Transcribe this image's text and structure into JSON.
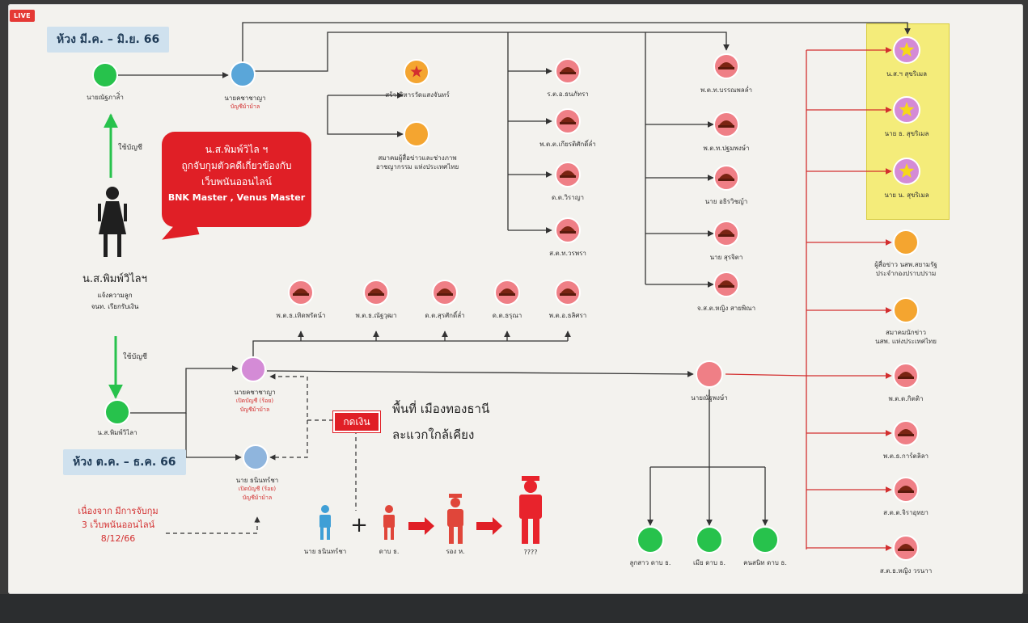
{
  "overlay": {
    "live_label": "LIVE"
  },
  "periods": {
    "top": "ห้วง มี.ค. – มิ.ย. 66",
    "bottom": "ห้วง ต.ค. – ธ.ค. 66"
  },
  "speech_bubble": {
    "line1": "น.ส.พิมพ์วิไล ฯ",
    "line2": "ถูกจับกุมตัวคดีเกี่ยวข้องกับ",
    "line3": "เว็บพนันออนไลน์",
    "line4": "BNK Master , Venus Master"
  },
  "central_person": {
    "name": "น.ส.พิมพ์วิไลฯ",
    "desc1": "แจ้งความลูก",
    "desc2": "จนท. เรียกรับเงิน"
  },
  "edge_labels": {
    "use_account_top": "ใช้บัญชี",
    "use_account_bottom": "ใช้บัญชี"
  },
  "nodes": {
    "top_left_green": "นายณัฐภาลิ่ำ",
    "top_blue": "นายคชาชาญา",
    "top_blue_sub": "บัญชีม้าม้าล",
    "star_orange": "สร้างวิหารวัดแสงจันทร์",
    "assoc_orange": "สมาคมผู้สื่อข่าวและช่างภาพ\nอาชญากรรม แห่งประเทศไทย",
    "col1": [
      "ร.ต.อ.ธนภัทรา",
      "พ.ต.ต.เกียรติศักดิ์ล่ำ",
      "ด.ต.วิราญา",
      "ส.ต.ท.วรพรา"
    ],
    "col2": [
      "พ.ต.ท.บรรณพลล่ำ",
      "พ.ต.ท.ปฐมพงษ์า",
      "นาย อธิรวิชญ์า",
      "นาย สุรจิตา",
      "จ.ส.ต.หญิง สายพิณา"
    ],
    "row_officers": [
      "พ.ต.ธ.เทิดพรัตน์า",
      "พ.ต.ธ.ณัฐวุฒา",
      "ด.ต.สุรศักดิ์ล่ำ",
      "ด.ต.ธรุณา",
      "พ.ต.อ.ธลิศรา"
    ],
    "yellow": [
      "น.ส.ฯ สุขริเมล",
      "นาย ธ. สุขริเมล",
      "นาย น. สุขริเมล"
    ],
    "right_orange1": "ผู้สื่อข่าว นสพ.สยามรัฐ\nประจำกองปราบปราม",
    "right_orange2": "สมาคมนักข่าว\nนสพ. แห่งประเทศไทย",
    "right_col": [
      "พ.ต.ต.กิตติา",
      "พ.ต.ธ.การ์ตลิลา",
      "ส.ต.ต.จิราอุทยา",
      "ส.ต.ธ.หญิง วรนาา"
    ],
    "bottom_left_green": "น.ส.พิมพ์วิไลา",
    "pink": "นายคชาชาญา",
    "pink_sub1": "เปิดบัญชี (ร้อย)",
    "pink_sub2": "บัญชีม้าม้าล",
    "lightblue": "นาย ธนินทร์ชา",
    "lightblue_sub1": "เปิดบัญชี (ร้อย)",
    "lightblue_sub2": "บัญชีม้าม้าล",
    "center_pink": "นายณัฐพงษ์า",
    "bottom_green": [
      "ลูกสาว ดาบ ธ.",
      "เมีย ดาบ ธ.",
      "คนสนิท ดาบ ธ."
    ]
  },
  "bottom_flow": {
    "person1": "นาย ธนินทร์ชา",
    "person2": "ดาบ ธ.",
    "person3": "รอง ห.",
    "person4": "????",
    "plus": "+"
  },
  "pay_box": "กดเงิน",
  "area": {
    "line1": "พื้นที่ เมืองทองธานี",
    "line2": "ละแวกใกล้เคียง"
  },
  "note": {
    "line1": "เนื่องจาก มีการจับกุม",
    "line2": "3 เว็บพนันออนไลน์",
    "line3": "8/12/66"
  },
  "colors": {
    "green": "#27c24c",
    "blue": "#5aa6d9",
    "pink": "#d48bd6",
    "salmon": "#ef7f86",
    "orange": "#f4a530",
    "red": "#e01f26",
    "yellow_panel": "#f4ec7a",
    "star_yellow": "#f6d81a"
  }
}
